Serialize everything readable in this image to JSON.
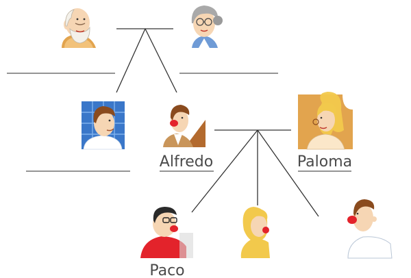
{
  "family_tree": {
    "grandfather": {
      "name": ""
    },
    "grandmother": {
      "name": ""
    },
    "uncle": {
      "name": ""
    },
    "father": {
      "name": "Alfredo"
    },
    "mother": {
      "name": "Paloma"
    },
    "son": {
      "name": "Paco"
    },
    "daughter": {
      "name": ""
    },
    "youngest": {
      "name": ""
    }
  },
  "colors": {
    "line": "#333333",
    "skin": "#f6d6b4",
    "red_shirt": "#e3232b",
    "brown": "#8a4b1e",
    "blond": "#f2c94c",
    "gold": "#e2a44e",
    "blue_tile": "#3a77c9"
  }
}
